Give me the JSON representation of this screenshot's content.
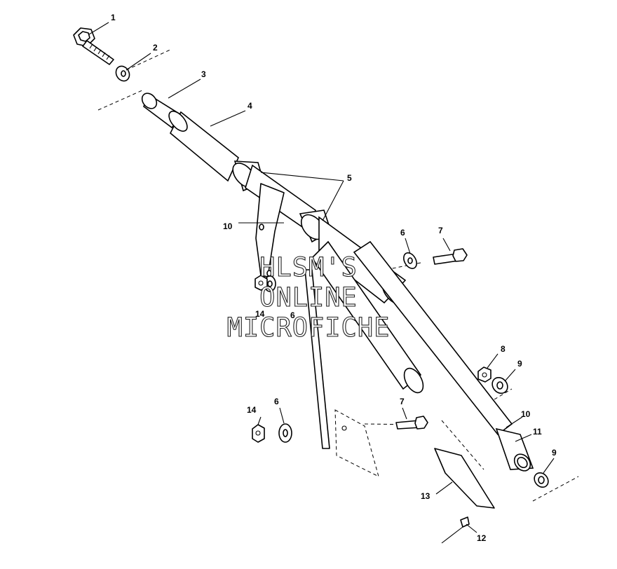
{
  "callouts": {
    "c1": "1",
    "c2": "2",
    "c3": "3",
    "c4": "4",
    "c5": "5",
    "c6a": "6",
    "c6b": "6",
    "c6c": "6",
    "c7a": "7",
    "c7b": "7",
    "c8": "8",
    "c9a": "9",
    "c9b": "9",
    "c10a": "10",
    "c10b": "10",
    "c11": "11",
    "c12": "12",
    "c13": "13",
    "c14a": "14",
    "c14b": "14"
  },
  "watermark": {
    "line1": "HLSM'S",
    "line2": "ONLINE",
    "line3": "MICROFICHE"
  }
}
